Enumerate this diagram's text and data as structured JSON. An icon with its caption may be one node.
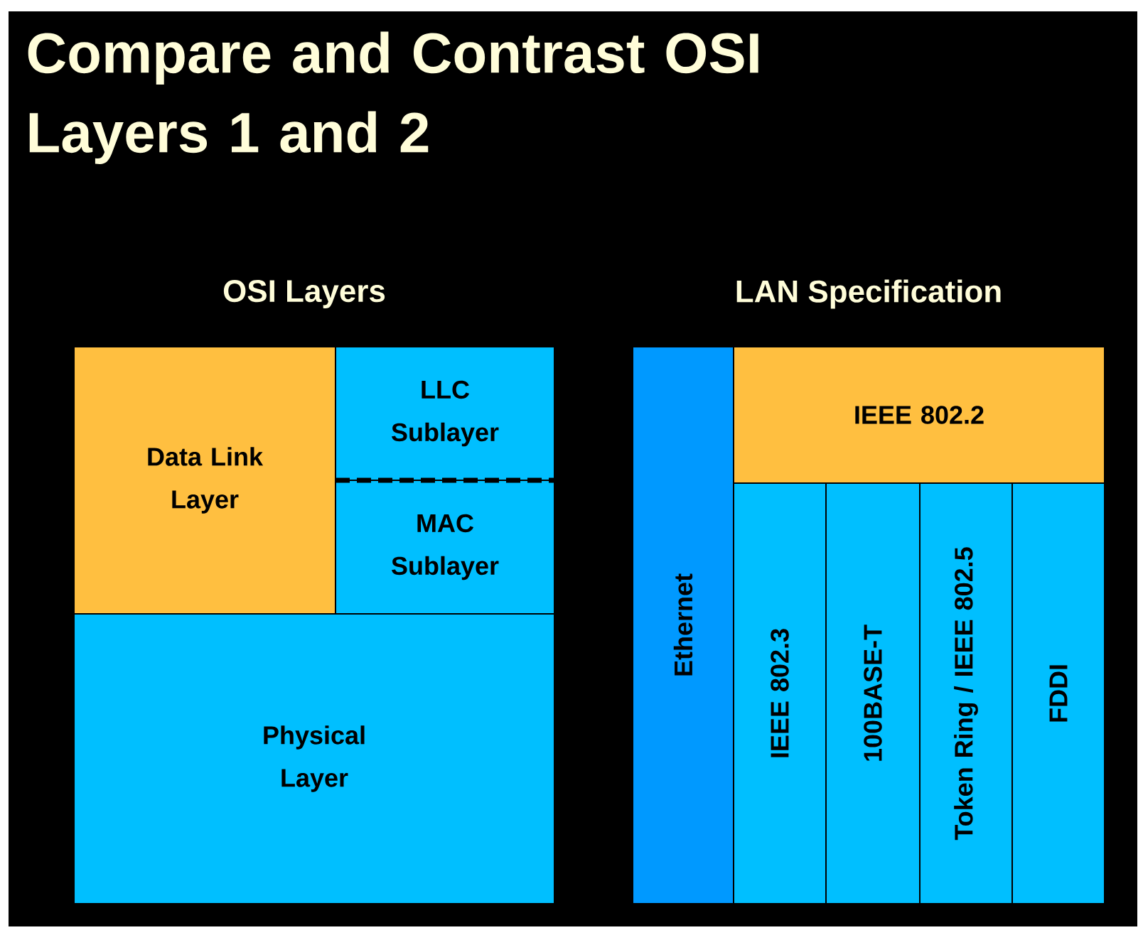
{
  "diagram": {
    "title": "Compare and Contrast OSI Layers 1 and 2",
    "nodes": [
      {
        "text": [
          "Data Link Layer"
        ]
      },
      {
        "text": [
          "LLC Sublayer"
        ]
      },
      {
        "text": [
          "MAC Sublayer"
        ]
      },
      {
        "text": [
          "Physical Layer"
        ]
      },
      {
        "text": [
          "Ethernet"
        ]
      },
      {
        "text": [
          "IEEE 802.2"
        ]
      },
      {
        "text": [
          "IEEE 802.3"
        ]
      },
      {
        "text": [
          "100BASE-T"
        ]
      },
      {
        "text": [
          "Token Ring / IEEE 802.5"
        ]
      },
      {
        "text": [
          "FDDI"
        ]
      }
    ],
    "labels": [
      "OSI Layers",
      "LAN Specification"
    ]
  }
}
